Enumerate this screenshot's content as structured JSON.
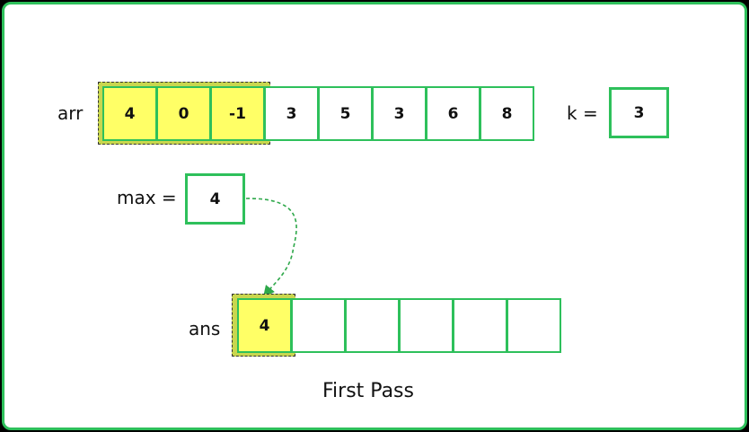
{
  "arr": {
    "label": "arr",
    "values": [
      "4",
      "0",
      "-1",
      "3",
      "5",
      "3",
      "6",
      "8"
    ],
    "highlighted": [
      0,
      1,
      2
    ]
  },
  "k": {
    "label": "k =",
    "value": "3"
  },
  "max": {
    "label": "max =",
    "value": "4"
  },
  "ans": {
    "label": "ans",
    "values": [
      "4",
      "",
      "",
      "",
      "",
      ""
    ],
    "highlighted": [
      0
    ]
  },
  "caption": "First Pass",
  "colors": {
    "border": "#2ec05b",
    "highlight": "#ffff66",
    "background": "#000000"
  }
}
